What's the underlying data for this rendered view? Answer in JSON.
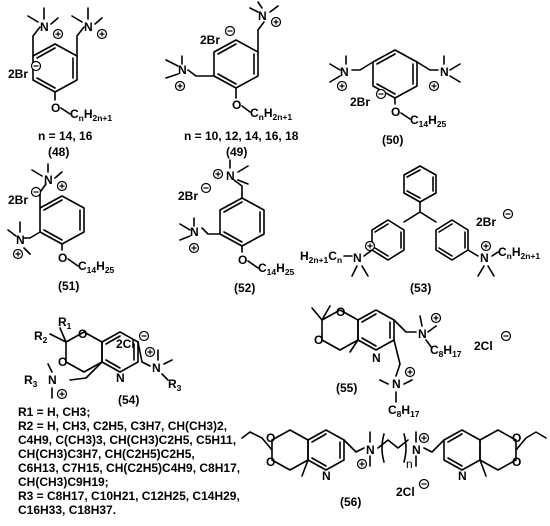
{
  "compounds": {
    "c48": {
      "label": "(48)",
      "counterion": "2Br",
      "substituent": "O",
      "chain": "C",
      "chain_sub1": "n",
      "chain_h": "H",
      "chain_sub2": "2n+1",
      "n_values": "n = 14, 16"
    },
    "c49": {
      "label": "(49)",
      "counterion": "2Br",
      "substituent": "O",
      "chain": "C",
      "chain_sub1": "n",
      "chain_h": "H",
      "chain_sub2": "2n+1",
      "n_values": "n = 10, 12, 14, 16, 18"
    },
    "c50": {
      "label": "(50)",
      "counterion": "2Br",
      "substituent": "O",
      "chain": "C",
      "chain_sub1": "14",
      "chain_h": "H",
      "chain_sub2": "25"
    },
    "c51": {
      "label": "(51)",
      "counterion": "2Br",
      "substituent": "O",
      "chain": "C",
      "chain_sub1": "14",
      "chain_h": "H",
      "chain_sub2": "25"
    },
    "c52": {
      "label": "(52)",
      "counterion": "2Br",
      "substituent": "O",
      "chain": "C",
      "chain_sub1": "14",
      "chain_h": "H",
      "chain_sub2": "25"
    },
    "c53": {
      "label": "(53)",
      "counterion": "2Br",
      "left_group": "H",
      "left_sub1": "2n+1",
      "left_c": "C",
      "left_sub2": "n",
      "right_c": "C",
      "right_sub1": "n",
      "right_h": "H",
      "right_sub2": "2n+1"
    },
    "c54": {
      "label": "(54)",
      "counterion": "2Cl",
      "r1": "R",
      "r1_sub": "1",
      "r2": "R",
      "r2_sub": "2",
      "r3": "R",
      "r3_sub": "3"
    },
    "c55": {
      "label": "(55)",
      "counterion": "2Cl",
      "chain_a": "C",
      "chain_a_sub1": "8",
      "chain_a_h": "H",
      "chain_a_sub2": "17"
    },
    "c56": {
      "label": "(56)",
      "counterion": "2Cl",
      "n_label": "n"
    }
  },
  "atoms": {
    "N": "N",
    "O": "O",
    "plus": "+",
    "minus": "−"
  },
  "definitions": {
    "r1_line": "R1 = H, CH3;",
    "r2_lines": [
      "R2 = H, CH3, C2H5, C3H7, CH(CH3)2,",
      "C4H9, C(CH3)3, CH(CH3)C2H5, C5H11,",
      "CH(CH3)C3H7, CH(C2H5)C2H5,",
      "C6H13, C7H15, CH(C2H5)C4H9, C8H17,",
      "CH(CH3)C9H19;"
    ],
    "r3_lines": [
      "R3 = C8H17, C10H21, C12H25, C14H29,",
      "C16H33, C18H37."
    ]
  }
}
